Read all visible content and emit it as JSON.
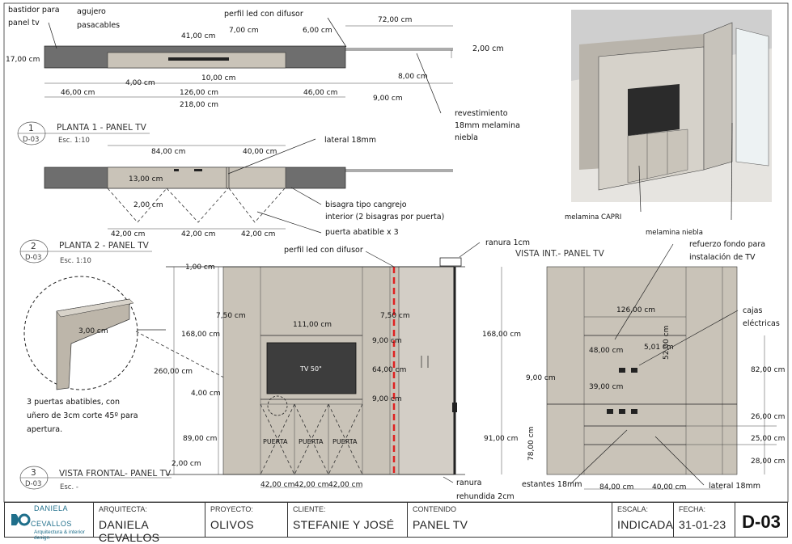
{
  "plan1": {
    "labels": {
      "bastidor": [
        "bastidor para",
        "panel tv"
      ],
      "agujero": [
        "agujero",
        "pasacables"
      ],
      "perfil_led": "perfil led con difusor",
      "revestimiento": [
        "revestimiento",
        "18mm melamina",
        "niebla"
      ]
    },
    "dims": [
      "41,00 cm",
      "7,00 cm",
      "6,00 cm",
      "72,00 cm",
      "2,00 cm",
      "17,00 cm",
      "4,00 cm",
      "10,00 cm",
      "8,00 cm",
      "9,00 cm",
      "46,00 cm",
      "126,00 cm",
      "46,00 cm",
      "218,00 cm"
    ],
    "title": "PLANTA 1  - PANEL TV",
    "num": "1",
    "sheet": "D-03",
    "scale": "Esc. 1:10"
  },
  "plan2": {
    "labels": {
      "lateral": "lateral 18mm",
      "bisagra": [
        "bisagra tipo cangrejo",
        "interior (2 bisagras por puerta)"
      ],
      "puerta": "puerta abatible x 3"
    },
    "dims": [
      "84,00 cm",
      "40,00 cm",
      "13,00 cm",
      "2,00 cm",
      "42,00 cm",
      "42,00 cm",
      "42,00 cm"
    ],
    "title": "PLANTA 2 - PANEL TV",
    "num": "2",
    "sheet": "D-03",
    "scale": "Esc. 1:10"
  },
  "detail": {
    "dim": "3,00 cm",
    "note": [
      "3 puertas abatibles, con",
      "uñero de 3cm corte 45º para",
      "apertura."
    ]
  },
  "front": {
    "labels": {
      "perfil_led": "perfil led con difusor",
      "ranura": "ranura 1cm",
      "ranura_rehundida": [
        "ranura",
        "rehundida 2cm"
      ],
      "tv": "TV 50\"",
      "doors": [
        "PUERTA",
        "PUERTA",
        "PUERTA"
      ]
    },
    "dims": [
      "1,00 cm",
      "7,50 cm",
      "7,50 cm",
      "111,00 cm",
      "168,00 cm",
      "9,00 cm",
      "64,00 cm",
      "260,00 cm",
      "4,00 cm",
      "9,00 cm",
      "89,00 cm",
      "2,00 cm",
      "168,00 cm",
      "91,00 cm",
      "42,00 cm",
      "42,00 cm",
      "42,00 cm"
    ],
    "title": "VISTA FRONTAL- PANEL TV",
    "num": "3",
    "sheet": "D-03",
    "scale": "Esc. -"
  },
  "interior": {
    "title": "VISTA INT.- PANEL TV",
    "labels": {
      "refuerzo": [
        "refuerzo fondo para",
        "instalación de TV"
      ],
      "cajas": [
        "cajas",
        "eléctricas"
      ],
      "estantes": "estantes 18mm",
      "lateral": "lateral 18mm"
    },
    "dims": [
      "126,00 cm",
      "48,00 cm",
      "5,01 cm",
      "52,00 cm",
      "82,00 cm",
      "9,00 cm",
      "39,00 cm",
      "26,00 cm",
      "25,00 cm",
      "28,00 cm",
      "78,00 cm",
      "84,00 cm",
      "40,00 cm"
    ]
  },
  "iso": {
    "labels": {
      "capri": "melamina CAPRI",
      "niebla": "melamina niebla"
    }
  },
  "titleblock": {
    "logo_name": "DANIELA CEVALLOS",
    "logo_sub": "Arquitectura & interior design",
    "arquitecta_label": "ARQUITECTA:",
    "arquitecta": "DANIELA CEVALLOS",
    "proyecto_label": "PROYECTO:",
    "proyecto": "OLIVOS",
    "cliente_label": "CLIENTE:",
    "cliente": "STEFANIE Y JOSÉ",
    "contenido_label": "CONTENIDO",
    "contenido": "PANEL TV",
    "escala_label": "ESCALA:",
    "escala": "INDICADA",
    "fecha_label": "FECHA:",
    "fecha": "31-01-23",
    "code": "D-03"
  },
  "colors": {
    "wall": "#6e6e6e",
    "panel": "#c9c3b8",
    "led": "#e02020",
    "brand": "#1f6f8b"
  }
}
